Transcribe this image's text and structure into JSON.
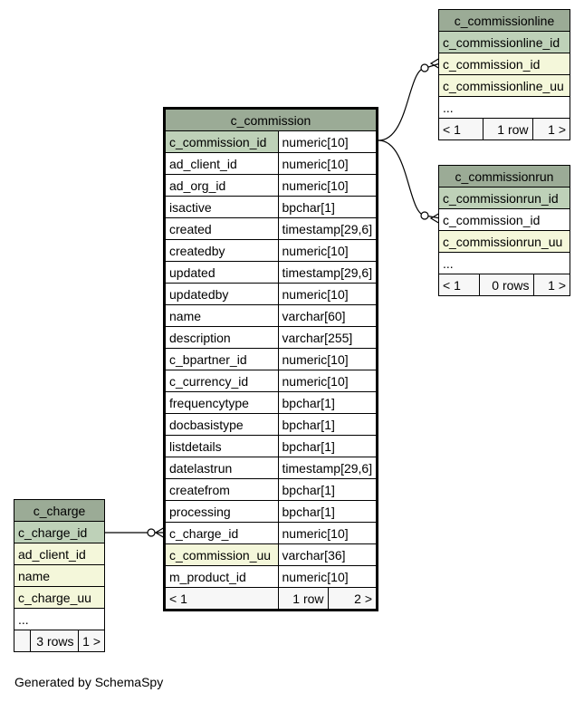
{
  "tables": {
    "c_commission": {
      "title": "c_commission",
      "columns": [
        {
          "name": "c_commission_id",
          "type": "numeric[10]",
          "kind": "pk"
        },
        {
          "name": "ad_client_id",
          "type": "numeric[10]",
          "kind": "plain"
        },
        {
          "name": "ad_org_id",
          "type": "numeric[10]",
          "kind": "plain"
        },
        {
          "name": "isactive",
          "type": "bpchar[1]",
          "kind": "plain"
        },
        {
          "name": "created",
          "type": "timestamp[29,6]",
          "kind": "plain"
        },
        {
          "name": "createdby",
          "type": "numeric[10]",
          "kind": "plain"
        },
        {
          "name": "updated",
          "type": "timestamp[29,6]",
          "kind": "plain"
        },
        {
          "name": "updatedby",
          "type": "numeric[10]",
          "kind": "plain"
        },
        {
          "name": "name",
          "type": "varchar[60]",
          "kind": "plain"
        },
        {
          "name": "description",
          "type": "varchar[255]",
          "kind": "plain"
        },
        {
          "name": "c_bpartner_id",
          "type": "numeric[10]",
          "kind": "plain"
        },
        {
          "name": "c_currency_id",
          "type": "numeric[10]",
          "kind": "plain"
        },
        {
          "name": "frequencytype",
          "type": "bpchar[1]",
          "kind": "plain"
        },
        {
          "name": "docbasistype",
          "type": "bpchar[1]",
          "kind": "plain"
        },
        {
          "name": "listdetails",
          "type": "bpchar[1]",
          "kind": "plain"
        },
        {
          "name": "datelastrun",
          "type": "timestamp[29,6]",
          "kind": "plain"
        },
        {
          "name": "createfrom",
          "type": "bpchar[1]",
          "kind": "plain"
        },
        {
          "name": "processing",
          "type": "bpchar[1]",
          "kind": "plain"
        },
        {
          "name": "c_charge_id",
          "type": "numeric[10]",
          "kind": "plain"
        },
        {
          "name": "c_commission_uu",
          "type": "varchar[36]",
          "kind": "fk"
        },
        {
          "name": "m_product_id",
          "type": "numeric[10]",
          "kind": "plain"
        }
      ],
      "footer": {
        "left": "< 1",
        "mid": "1 row",
        "right": "2 >"
      }
    },
    "c_commissionline": {
      "title": "c_commissionline",
      "columns": [
        {
          "name": "c_commissionline_id",
          "kind": "pk"
        },
        {
          "name": "c_commission_id",
          "kind": "fk"
        },
        {
          "name": "c_commissionline_uu",
          "kind": "fk"
        },
        {
          "name": "...",
          "kind": "plain"
        }
      ],
      "footer": {
        "left": "< 1",
        "mid": "1 row",
        "right": "1 >"
      }
    },
    "c_commissionrun": {
      "title": "c_commissionrun",
      "columns": [
        {
          "name": "c_commissionrun_id",
          "kind": "pk"
        },
        {
          "name": "c_commission_id",
          "kind": "plain"
        },
        {
          "name": "c_commissionrun_uu",
          "kind": "fk"
        },
        {
          "name": "...",
          "kind": "plain"
        }
      ],
      "footer": {
        "left": "< 1",
        "mid": "0 rows",
        "right": "1 >"
      }
    },
    "c_charge": {
      "title": "c_charge",
      "columns": [
        {
          "name": "c_charge_id",
          "kind": "pk"
        },
        {
          "name": "ad_client_id",
          "kind": "fk"
        },
        {
          "name": "name",
          "kind": "fk"
        },
        {
          "name": "c_charge_uu",
          "kind": "fk"
        },
        {
          "name": "...",
          "kind": "plain"
        }
      ],
      "footer": {
        "left": "",
        "mid": "3 rows",
        "right": "1 >"
      }
    }
  },
  "footer_note": "Generated by SchemaSpy"
}
